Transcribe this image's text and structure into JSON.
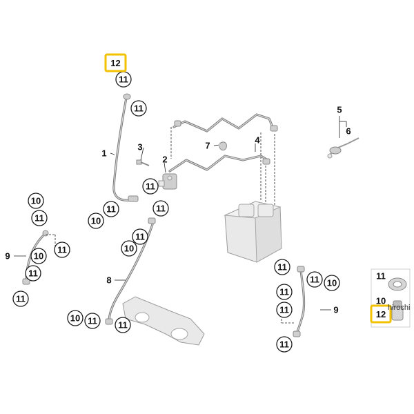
{
  "callouts": {
    "c11_top": "11",
    "c11_hose1_upper": "11",
    "c11_hose1_lower": "11",
    "c10_hose1": "10",
    "c11_mid_a": "11",
    "c11_mid_b": "11",
    "c11_mid_c": "11",
    "c10_mid": "10",
    "c10_left_a": "10",
    "c11_left_a": "11",
    "c11_left_b": "11",
    "c10_left_b": "10",
    "c11_left_c": "11",
    "c11_left_d": "11",
    "c10_bottom": "10",
    "c11_bottom_a": "11",
    "c11_bottom_b": "11",
    "c11_right_a": "11",
    "c11_right_b": "11",
    "c10_right": "10",
    "c11_right_c": "11",
    "c11_right_d": "11",
    "c11_right_e": "11"
  },
  "labels": {
    "l1": "1",
    "l2": "2",
    "l3": "3",
    "l4": "4",
    "l5": "5",
    "l6": "6",
    "l7": "7",
    "l8": "8",
    "l9_left": "9",
    "l9_right": "9"
  },
  "highlights": {
    "h12_top": "12",
    "h12_legend": "12"
  },
  "legend": {
    "l11": "11",
    "l10": "10"
  },
  "watermark": "hirochi",
  "colors": {
    "highlight": "#f2c200",
    "hose": "#7b7b7b"
  }
}
